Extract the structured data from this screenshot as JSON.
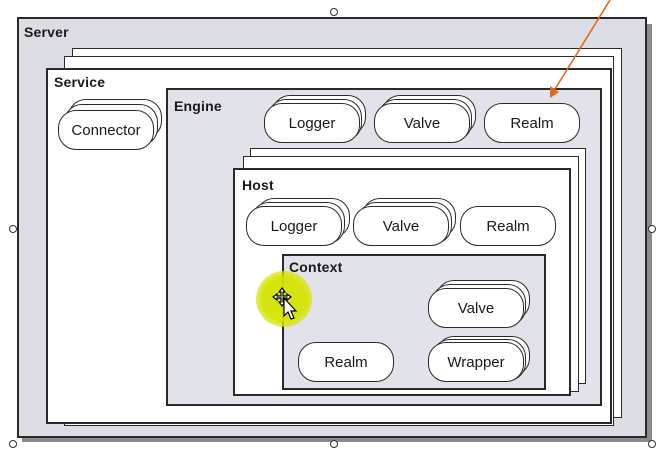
{
  "server": {
    "title": "Server"
  },
  "service": {
    "title": "Service",
    "connector": "Connector"
  },
  "engine": {
    "title": "Engine",
    "logger": "Logger",
    "valve": "Valve",
    "realm": "Realm"
  },
  "host": {
    "title": "Host",
    "logger": "Logger",
    "valve": "Valve",
    "realm": "Realm"
  },
  "context": {
    "title": "Context",
    "valve": "Valve",
    "realm": "Realm",
    "wrapper": "Wrapper"
  },
  "colors": {
    "server_bg": "#dcdce4",
    "engine_bg": "#e2e2ea",
    "arrow": "#e06a1a",
    "cursor_highlight": "#d4e400"
  },
  "icons": [
    "move-cursor-icon",
    "selection-handle-icon",
    "annotation-arrow-icon"
  ]
}
